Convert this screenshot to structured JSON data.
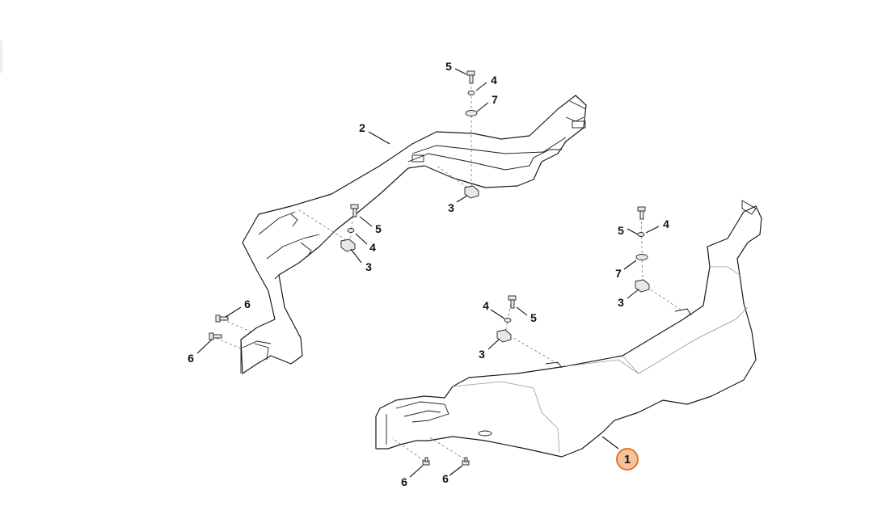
{
  "diagram": {
    "callouts": [
      {
        "id": "part-1",
        "text": "1",
        "highlighted": true,
        "color": "#e07a2e",
        "fill": "#f6c39c"
      },
      {
        "id": "part-2",
        "text": "2"
      },
      {
        "id": "part-3a",
        "text": "3"
      },
      {
        "id": "part-3b",
        "text": "3"
      },
      {
        "id": "part-3c",
        "text": "3"
      },
      {
        "id": "part-3d",
        "text": "3"
      },
      {
        "id": "part-4a",
        "text": "4"
      },
      {
        "id": "part-4b",
        "text": "4"
      },
      {
        "id": "part-4c",
        "text": "4"
      },
      {
        "id": "part-4d",
        "text": "4"
      },
      {
        "id": "part-5a",
        "text": "5"
      },
      {
        "id": "part-5b",
        "text": "5"
      },
      {
        "id": "part-5c",
        "text": "5"
      },
      {
        "id": "part-5d",
        "text": "5"
      },
      {
        "id": "part-6a",
        "text": "6"
      },
      {
        "id": "part-6b",
        "text": "6"
      },
      {
        "id": "part-6c",
        "text": "6"
      },
      {
        "id": "part-6d",
        "text": "6"
      },
      {
        "id": "part-7a",
        "text": "7"
      },
      {
        "id": "part-7b",
        "text": "7"
      }
    ]
  }
}
